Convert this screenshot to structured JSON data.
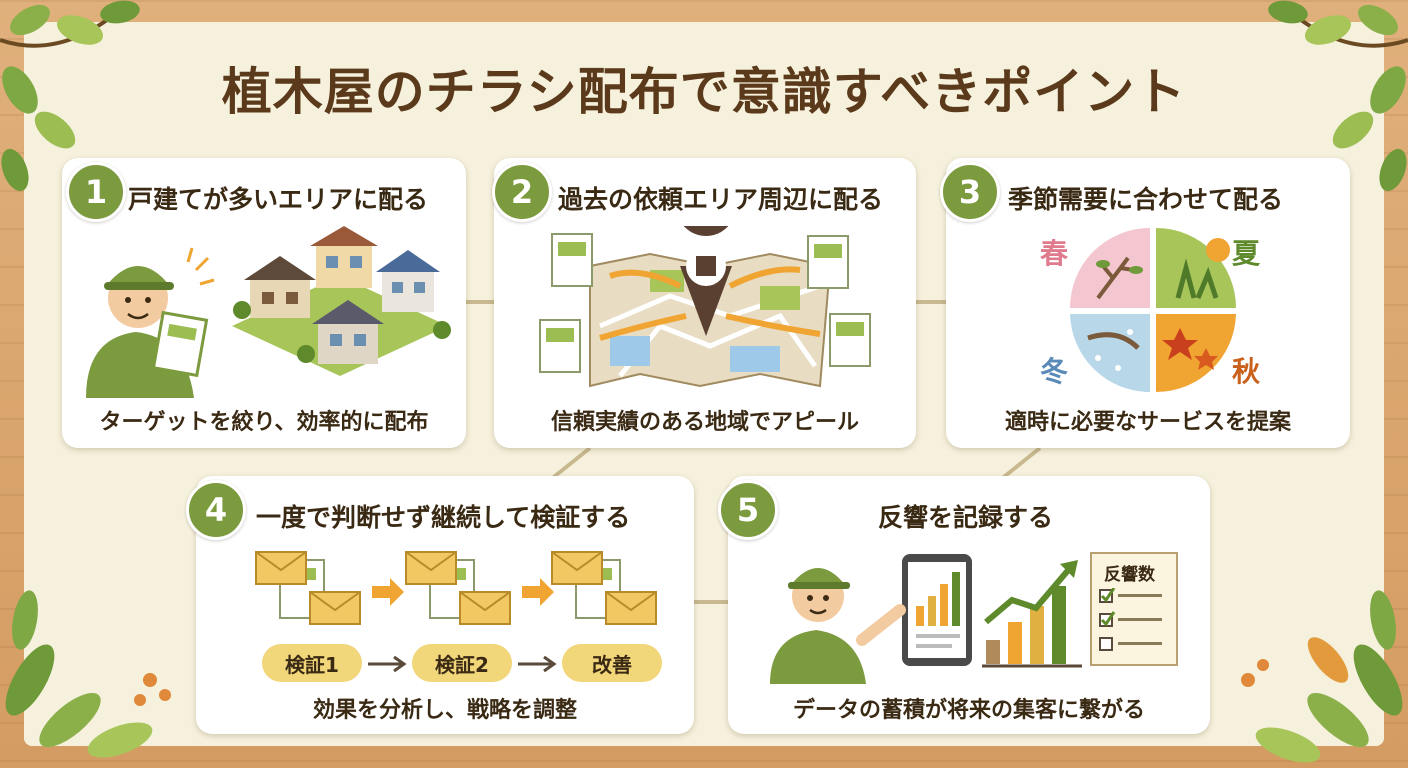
{
  "title": "植木屋のチラシ配布で意識すべきポイント",
  "colors": {
    "accent_green": "#7c9a3e",
    "title_brown": "#5b3a1c",
    "arrow_orange": "#f0a432",
    "pill_yellow": "#f1d67a"
  },
  "cards": [
    {
      "number": "1",
      "title": "戸建てが多いエリアに配る",
      "caption": "ターゲットを絞り、効率的に配布"
    },
    {
      "number": "2",
      "title": "過去の依頼エリア周辺に配る",
      "caption": "信頼実績のある地域でアピール"
    },
    {
      "number": "3",
      "title": "季節需要に合わせて配る",
      "caption": "適時に必要なサービスを提案",
      "seasons": {
        "spring": "春",
        "summer": "夏",
        "autumn": "秋",
        "winter": "冬"
      }
    },
    {
      "number": "4",
      "title": "一度で判断せず継続して検証する",
      "caption": "効果を分析し、戦略を調整",
      "steps": [
        "検証1",
        "検証2",
        "改善"
      ]
    },
    {
      "number": "5",
      "title": "反響を記録する",
      "caption": "データの蓄積が将来の集客に繋がる",
      "checklist_title": "反響数"
    }
  ]
}
